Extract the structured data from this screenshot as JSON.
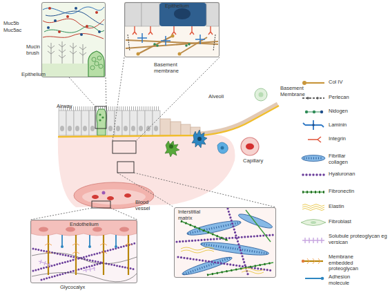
{
  "diagram": {
    "nodes": [
      {
        "text": [
          "Muc5b",
          "Muc5ac",
          "Mucin brush",
          "Epithelium"
        ]
      },
      {
        "text": [
          "Epithelium",
          "Basement membrane"
        ]
      },
      {
        "text": [
          "Endothelium",
          "Glycocalyx"
        ]
      },
      {
        "text": [
          "Interstitial matrix"
        ]
      }
    ],
    "labels": [
      "Airway",
      "Alveoli",
      "Basement Membrane",
      "Capillary",
      "Blood vessel"
    ],
    "legend": [
      {
        "text": "Col IV"
      },
      {
        "text": "Perlecan"
      },
      {
        "text": "Nidogen"
      },
      {
        "text": "Laminin"
      },
      {
        "text": "Integrin"
      },
      {
        "text": "Fibrillar collagen"
      },
      {
        "text": "Hyaluronan"
      },
      {
        "text": "Fibronectin"
      },
      {
        "text": "Elastin"
      },
      {
        "text": "Fibroblast"
      },
      {
        "text": "Solubule proteoglycan eg versican"
      },
      {
        "text": "Membrane embedded proteoglycan"
      },
      {
        "text": "Adhesion molecule"
      }
    ]
  }
}
